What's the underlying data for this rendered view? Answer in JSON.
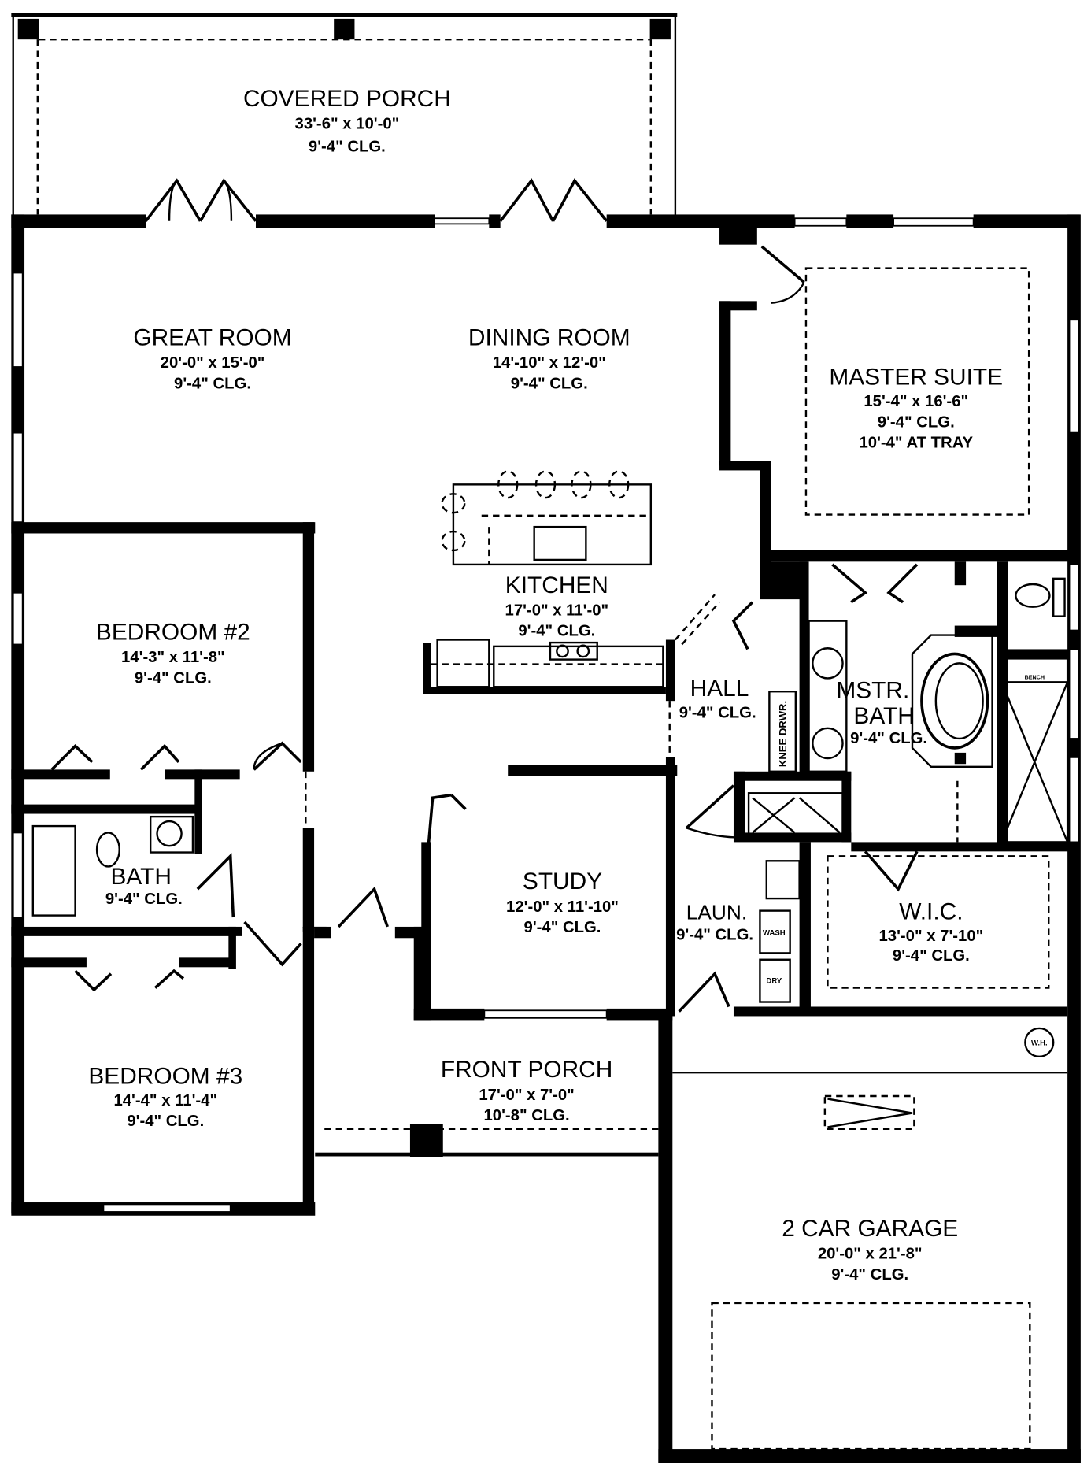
{
  "rooms": {
    "covered_porch": {
      "name": "COVERED PORCH",
      "size": "33'-6\" x 10'-0\"",
      "ceiling": "9'-4\" CLG."
    },
    "great_room": {
      "name": "GREAT ROOM",
      "size": "20'-0\" x 15'-0\"",
      "ceiling": "9'-4\" CLG."
    },
    "dining_room": {
      "name": "DINING ROOM",
      "size": "14'-10\" x 12'-0\"",
      "ceiling": "9'-4\" CLG."
    },
    "master_suite": {
      "name": "MASTER SUITE",
      "size": "15'-4\" x 16'-6\"",
      "ceiling": "9'-4\" CLG.",
      "tray": "10'-4\" AT TRAY"
    },
    "kitchen": {
      "name": "KITCHEN",
      "size": "17'-0\" x 11'-0\"",
      "ceiling": "9'-4\" CLG."
    },
    "bedroom2": {
      "name": "BEDROOM #2",
      "size": "14'-3\" x 11'-8\"",
      "ceiling": "9'-4\" CLG."
    },
    "hall": {
      "name": "HALL",
      "ceiling": "9'-4\" CLG."
    },
    "master_bath": {
      "name1": "MSTR.",
      "name2": "BATH",
      "ceiling": "9'-4\" CLG."
    },
    "bath": {
      "name": "BATH",
      "ceiling": "9'-4\" CLG."
    },
    "study": {
      "name": "STUDY",
      "size": "12'-0\" x 11'-10\"",
      "ceiling": "9'-4\" CLG."
    },
    "laundry": {
      "name": "LAUN.",
      "ceiling": "9'-4\" CLG."
    },
    "wic": {
      "name": "W.I.C.",
      "size": "13'-0\" x 7'-10\"",
      "ceiling": "9'-4\" CLG."
    },
    "bedroom3": {
      "name": "BEDROOM #3",
      "size": "14'-4\" x 11'-4\"",
      "ceiling": "9'-4\" CLG."
    },
    "front_porch": {
      "name": "FRONT PORCH",
      "size": "17'-0\" x 7'-0\"",
      "ceiling": "10'-8\" CLG."
    },
    "garage": {
      "name": "2 CAR GARAGE",
      "size": "20'-0\" x 21'-8\"",
      "ceiling": "9'-4\" CLG."
    }
  },
  "fixtures": {
    "knee_drawer": "KNEE DRWR.",
    "washer": "WASH",
    "dryer": "DRY",
    "bench": "BENCH",
    "water_heater": "W.H."
  }
}
